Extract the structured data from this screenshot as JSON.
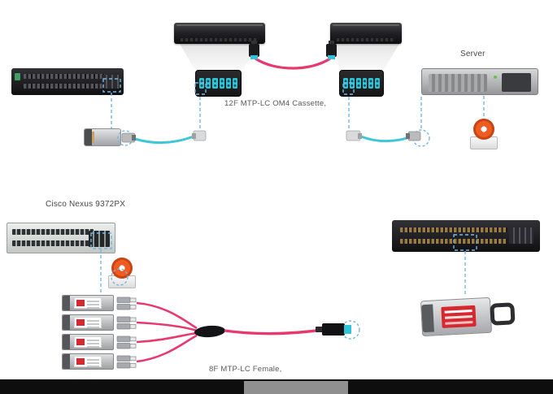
{
  "diagram": {
    "captions": {
      "server": "Server",
      "cassette": "12F MTP-LC OM4 Cassette,",
      "cisco_switch": "Cisco Nexus 9372PX",
      "harness": "8F MTP-LC Female,"
    },
    "colors": {
      "dashed_connector_blue": "#74b7e3",
      "aqua_patch_cable": "#3fc6d9",
      "magenta_trunk_cable": "#e7396e",
      "cassette_port_cyan": "#2fc4d8",
      "chassis_black": "#1a1a1c",
      "transceiver_label_red": "#d7282f",
      "cleaner_orange": "#ee5c22",
      "caption_gray": "#5a5a5a"
    }
  }
}
